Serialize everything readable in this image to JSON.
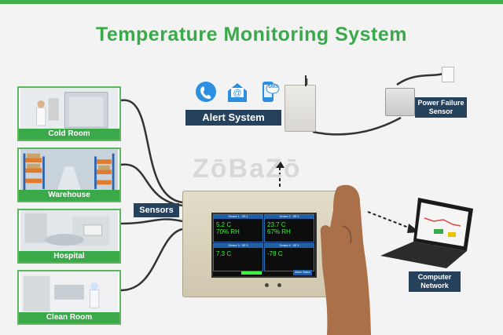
{
  "title": "Temperature Monitoring System",
  "rooms": [
    {
      "label": "Cold Room"
    },
    {
      "label": "Warehouse"
    },
    {
      "label": "Hospital"
    },
    {
      "label": "Clean Room"
    }
  ],
  "labels": {
    "sensors": "Sensors",
    "alert_system": "Alert System",
    "power_failure": "Power Failure\nSensor",
    "computer_network": "Computer\nNetwork"
  },
  "alert_icons": [
    "phone-icon",
    "email-icon",
    "sms-icon"
  ],
  "sms_text": "SMS",
  "watermark": "ZōBaZō",
  "screen": {
    "cells": [
      {
        "header": "Sensor 1 - SR 1",
        "line1": "5.2 C",
        "line2": "70% RH"
      },
      {
        "header": "Sensor 2 - SR 2",
        "line1": "23.7 C",
        "line2": "67% RH"
      },
      {
        "header": "Sensor 3 - SR 3",
        "line1": "7.3 C",
        "line2": ""
      },
      {
        "header": "Sensor 4 - SR 4",
        "line1": "-78 C",
        "line2": ""
      }
    ],
    "button": "Alarm Status"
  },
  "colors": {
    "green": "#3aa94a",
    "navy": "#26415c"
  }
}
